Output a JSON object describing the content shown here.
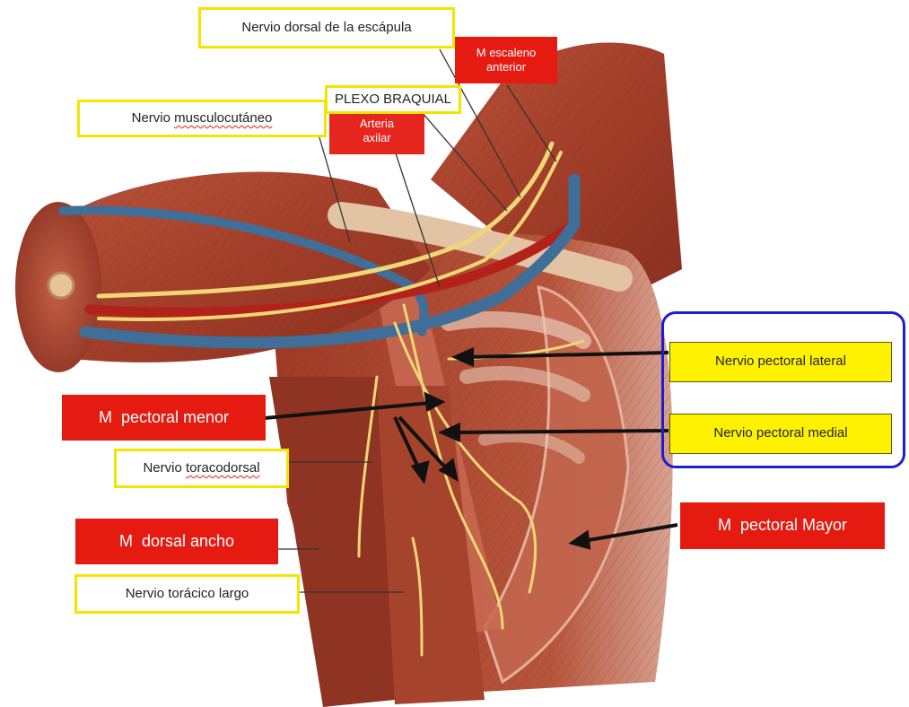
{
  "labels": {
    "dorsal_escapula": "Nervio dorsal de la escápula",
    "escaleno_line1": "M escaleno",
    "escaleno_line2": "anterior",
    "musculocutaneo_prefix": "Nervio ",
    "musculocutaneo_word": "musculocutáneo",
    "plexo": "PLEXO BRAQUIAL",
    "arteria_line1": "Arteria",
    "arteria_line2": "axilar",
    "pectoral_lateral": "Nervio pectoral lateral",
    "pectoral_medial": "Nervio pectoral medial",
    "pectoral_menor": "M  pectoral menor",
    "toracodorsal_prefix": "Nervio ",
    "toracodorsal_word": "toracodorsal",
    "pectoral_mayor": "M  pectoral Mayor",
    "dorsal_ancho": "M  dorsal ancho",
    "toracico_largo": "Nervio torácico largo"
  },
  "colors": {
    "label_red": "#e51b12",
    "label_yellow": "#fff200",
    "box_border_yellow": "#f2e600",
    "group_box_blue": "#1f1fd2",
    "muscle": "#a8402b",
    "vein": "#3f6f99",
    "artery": "#b3221a",
    "nerve": "#f0d776"
  }
}
